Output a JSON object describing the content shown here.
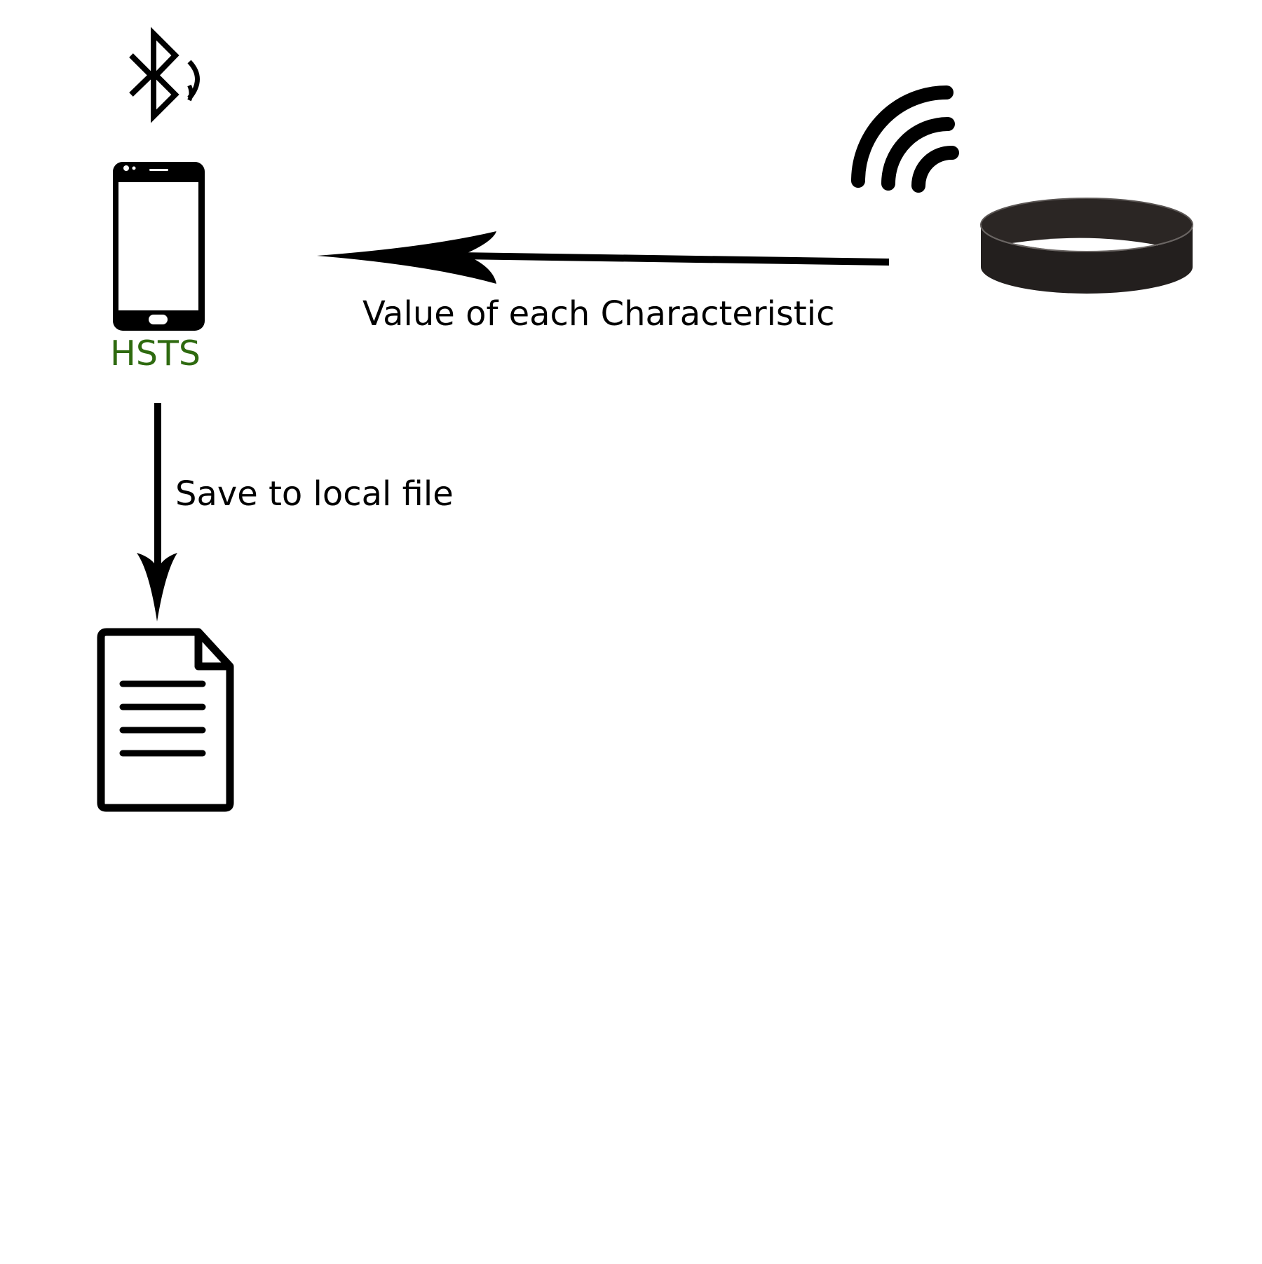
{
  "diagram": {
    "phone_label": "HSTS",
    "arrow_value_label": "Value of each Characteristic",
    "arrow_save_label": "Save to local file"
  },
  "colors": {
    "phone_label": "#2e6a0f",
    "stroke": "#000000",
    "band_dark": "#231f1e",
    "band_rim": "#3a3533",
    "background": "#ffffff"
  },
  "icons": {
    "bluetooth": "bluetooth-icon",
    "phone": "smartphone-icon",
    "signal": "wireless-signal-icon",
    "band": "wristband-icon",
    "document": "document-icon"
  }
}
